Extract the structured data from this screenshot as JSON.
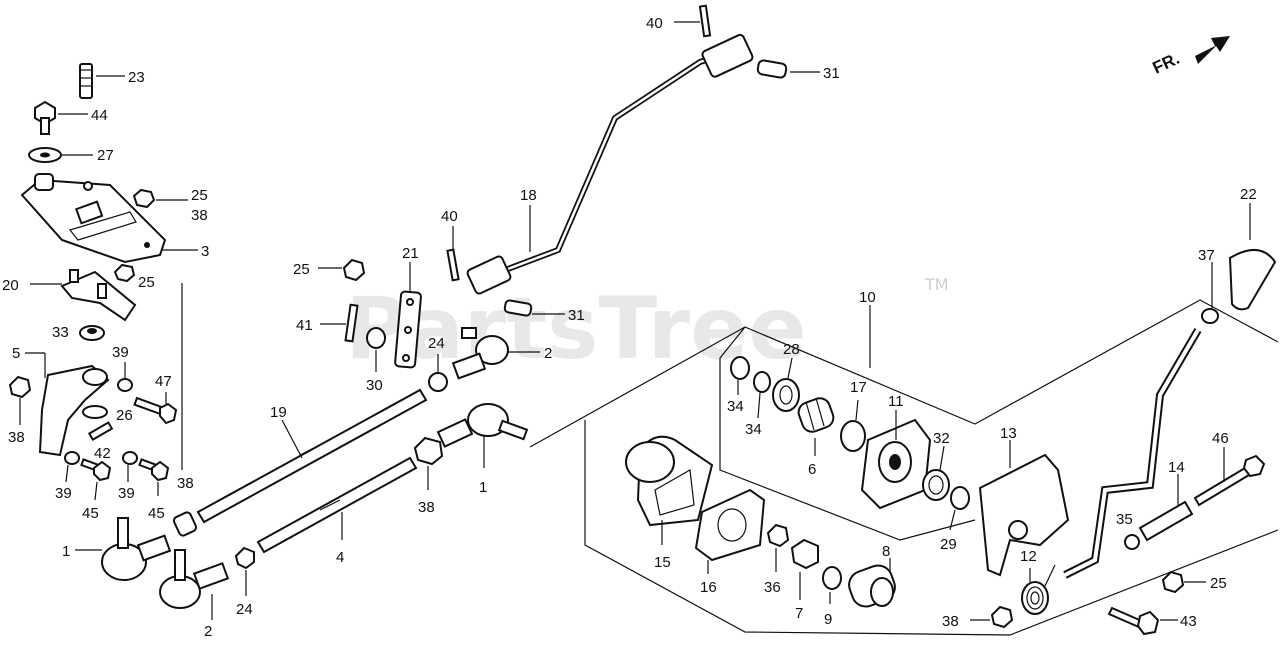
{
  "watermark": "PartsTree",
  "trademark": "TM",
  "direction_label": "FR.",
  "callouts": {
    "c23": "23",
    "c44": "44",
    "c27": "27",
    "c25a": "25",
    "c38a": "38",
    "c3": "3",
    "c20": "20",
    "c25b": "25",
    "c33": "33",
    "c5": "5",
    "c39a": "39",
    "c47": "47",
    "c38b": "38",
    "c26": "26",
    "c42": "42",
    "c39b": "39",
    "c39c": "39",
    "c45a": "45",
    "c45b": "45",
    "c38c": "38",
    "c1a": "1",
    "c2a": "2",
    "c24a": "24",
    "c4": "4",
    "c19": "19",
    "c25c": "25",
    "c41": "41",
    "c30": "30",
    "c21": "21",
    "c24b": "24",
    "c40a": "40",
    "c38d": "38",
    "c1b": "1",
    "c2b": "2",
    "c31a": "31",
    "c18": "18",
    "c40b": "40",
    "c31b": "31",
    "c10": "10",
    "c28": "28",
    "c34a": "34",
    "c34b": "34",
    "c6": "6",
    "c17": "17",
    "c11": "11",
    "c32": "32",
    "c29": "29",
    "c13": "13",
    "c15": "15",
    "c16": "16",
    "c36": "36",
    "c7": "7",
    "c9": "9",
    "c8": "8",
    "c22": "22",
    "c37": "37",
    "c46": "46",
    "c14": "14",
    "c35": "35",
    "c12": "12",
    "c25d": "25",
    "c38e": "38",
    "c43": "43"
  }
}
